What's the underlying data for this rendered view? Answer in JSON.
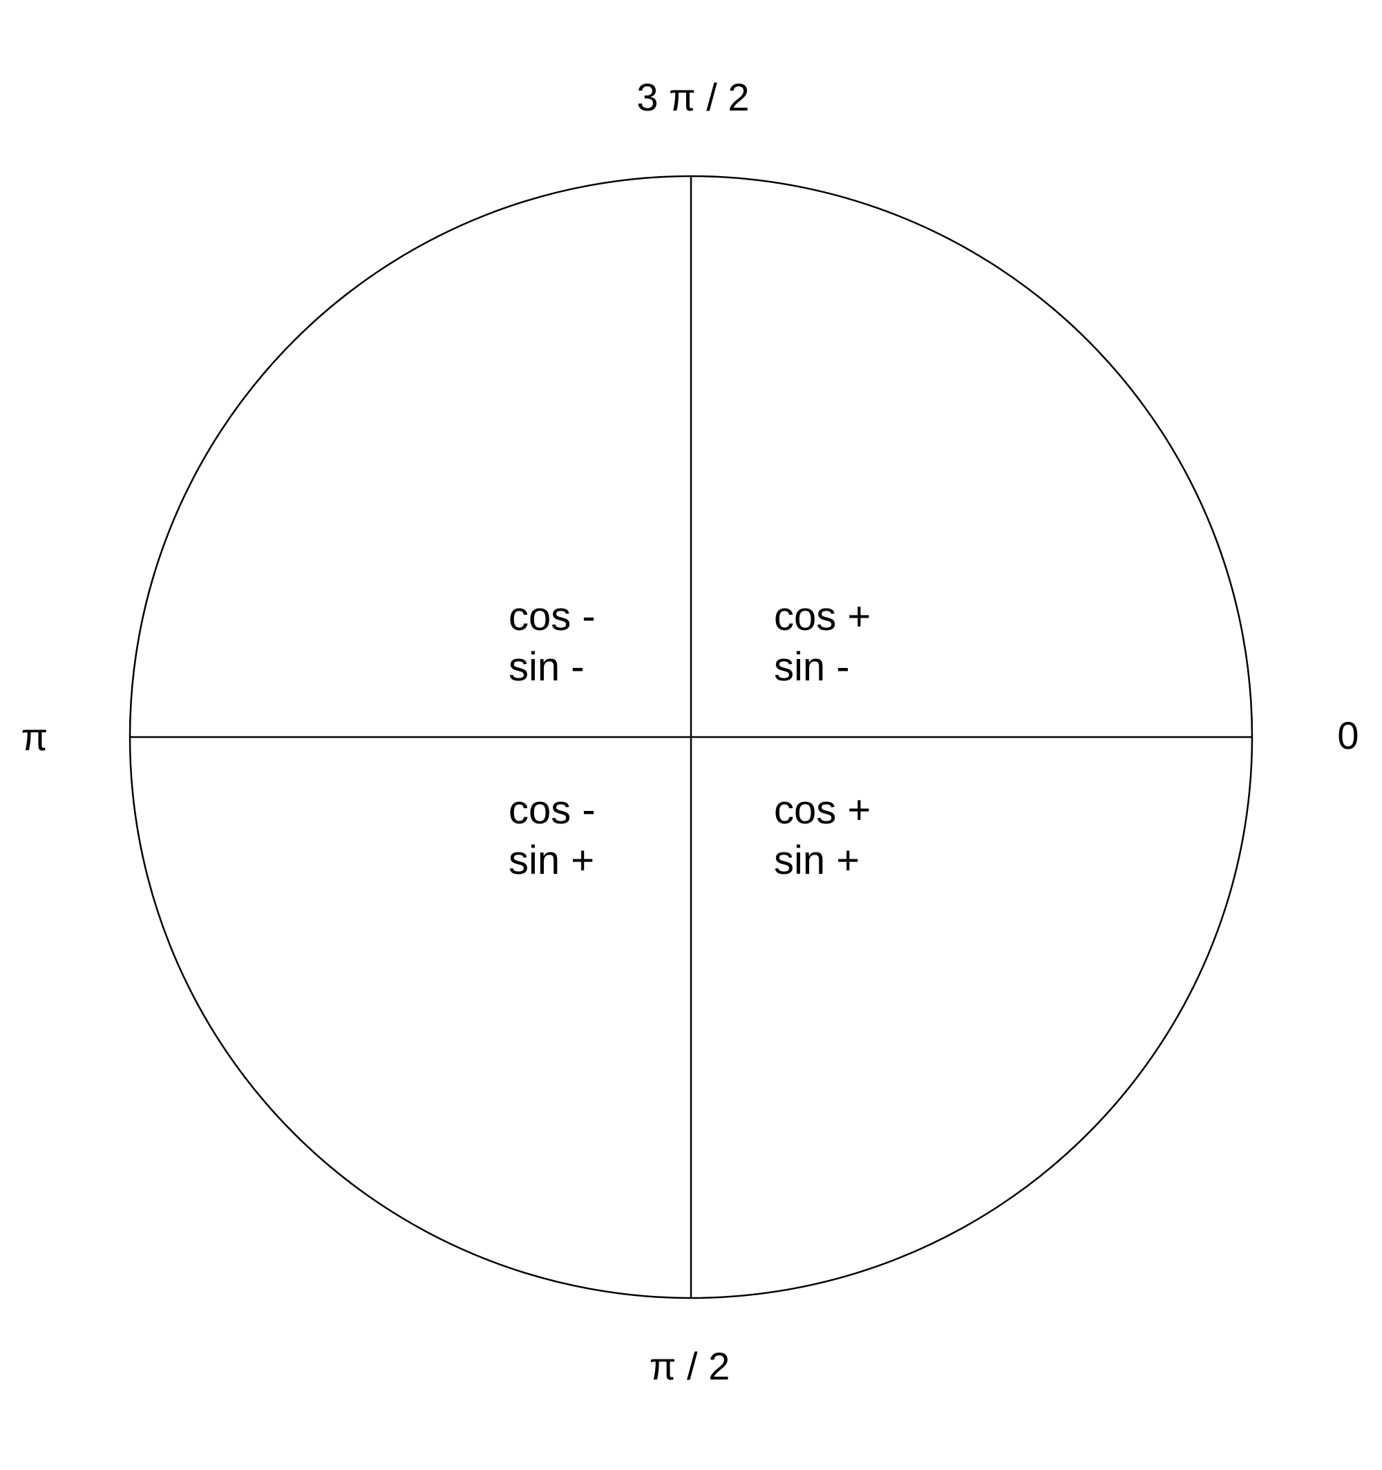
{
  "axis_labels": {
    "top": "3 π / 2",
    "right": "0",
    "bottom": "π / 2",
    "left": "π"
  },
  "quadrants": {
    "top_left": {
      "cos": "cos -",
      "sin": "sin -"
    },
    "top_right": {
      "cos": "cos +",
      "sin": "sin -"
    },
    "bottom_left": {
      "cos": "cos -",
      "sin": "sin +"
    },
    "bottom_right": {
      "cos": "cos +",
      "sin": "sin +"
    }
  },
  "colors": {
    "stroke": "#000000",
    "background": "#ffffff"
  }
}
